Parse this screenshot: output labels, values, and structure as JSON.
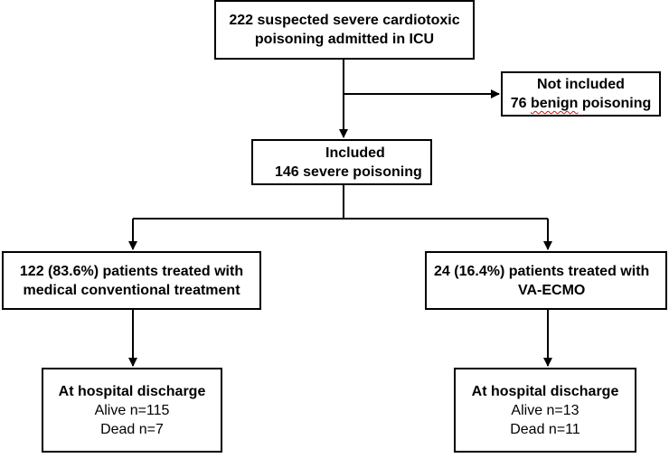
{
  "boxes": {
    "admitted": {
      "line1": "222 suspected severe cardiotoxic",
      "line2": "poisoning admitted in ICU"
    },
    "not_included": {
      "title": "Not included",
      "count": "76",
      "word_underlined": "benign",
      "rest": "poisoning"
    },
    "included": {
      "line1": "Included",
      "line2": "146 severe poisoning"
    },
    "conventional": {
      "line1": "122 (83.6%) patients treated with",
      "line2": "medical conventional treatment"
    },
    "ecmo": {
      "line1": "24 (16.4%) patients treated with",
      "line2": "VA-ECMO"
    },
    "outcome_conventional": {
      "title": "At hospital discharge",
      "alive": "Alive n=115",
      "dead": "Dead n=7"
    },
    "outcome_ecmo": {
      "title": "At hospital discharge",
      "alive": "Alive n=13",
      "dead": "Dead n=11"
    }
  },
  "colors": {
    "line": "#000000",
    "spellcheck_underline": "#d01010"
  }
}
